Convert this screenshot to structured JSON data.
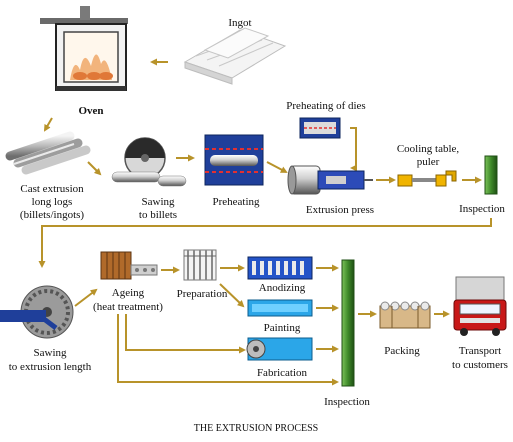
{
  "title": "THE EXTRUSION PROCESS",
  "colors": {
    "arrow": "#b8932a",
    "inspection_bar": "#3f8a2a",
    "die_blue": "#1f3f9a",
    "frame_gray": "#8a8a8a",
    "flame": "#e8a060",
    "truck_red": "#c81818"
  },
  "stages": {
    "ingot": "Ingot",
    "oven": "Oven",
    "cast_logs": [
      "Cast extrusion",
      "long logs",
      "(billets/ingots)"
    ],
    "sawing_billets": [
      "Sawing",
      "to billets"
    ],
    "preheating": "Preheating",
    "preheating_dies": "Preheating of dies",
    "extrusion_press": "Extrusion press",
    "cooling": [
      "Cooling table,",
      "puler"
    ],
    "inspection_top": "Inspection",
    "sawing_length": [
      "Sawing",
      "to extrusion length"
    ],
    "ageing": [
      "Ageing",
      "(heat treatment)"
    ],
    "preparation": "Preparation",
    "anodizing": "Anodizing",
    "painting": "Painting",
    "fabrication": "Fabrication",
    "inspection_bottom": "Inspection",
    "packing": "Packing",
    "transport": [
      "Transport",
      "to customers"
    ]
  },
  "icons": [
    "oven-icon",
    "ingot-stack-icon",
    "billet-logs-icon",
    "circular-saw-icon",
    "preheating-furnace-icon",
    "die-heater-icon",
    "extrusion-press-icon",
    "puller-icon",
    "inspection-bar-icon",
    "saw-blade-icon",
    "ageing-rack-icon",
    "preparation-rack-icon",
    "anodizing-tank-icon",
    "painting-booth-icon",
    "fabrication-machine-icon",
    "packing-bundle-icon",
    "truck-icon"
  ]
}
